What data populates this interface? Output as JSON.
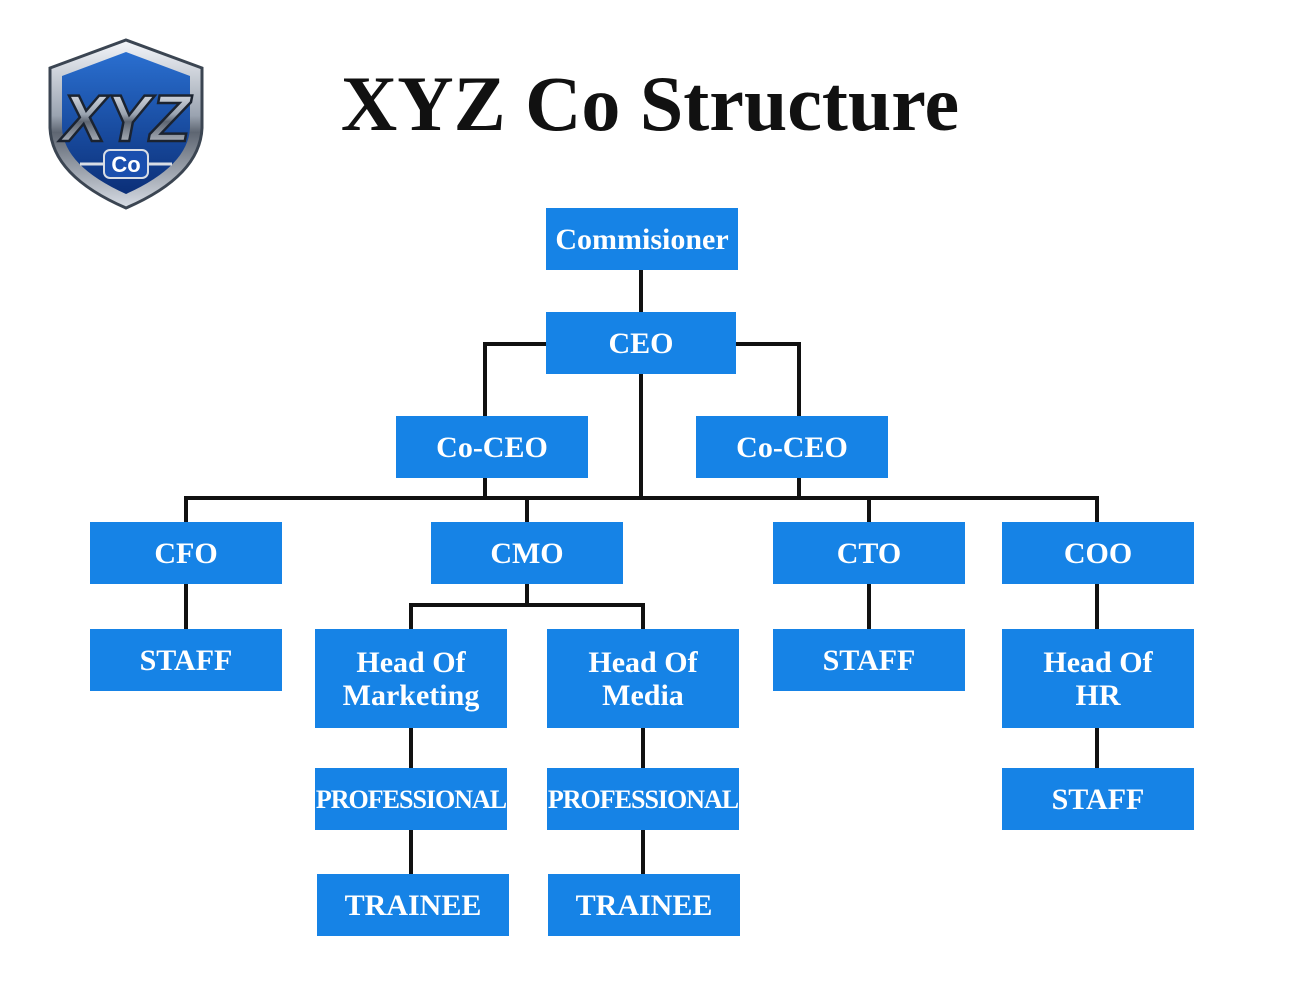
{
  "header": {
    "title": "XYZ Co Structure",
    "logo": {
      "main_text": "XYZ",
      "sub_text": "Co"
    }
  },
  "colors": {
    "box_fill": "#1683e6",
    "box_text": "#ffffff",
    "connector": "#111111",
    "title": "#111111",
    "background": "#ffffff"
  },
  "org_chart": {
    "nodes": [
      {
        "id": "commissioner",
        "label": "Commisioner",
        "parent": null
      },
      {
        "id": "ceo",
        "label": "CEO",
        "parent": "commissioner"
      },
      {
        "id": "co-ceo-left",
        "label": "Co-CEO",
        "parent": "ceo"
      },
      {
        "id": "co-ceo-right",
        "label": "Co-CEO",
        "parent": "ceo"
      },
      {
        "id": "cfo",
        "label": "CFO",
        "parent": "ceo"
      },
      {
        "id": "cmo",
        "label": "CMO",
        "parent": "ceo"
      },
      {
        "id": "cto",
        "label": "CTO",
        "parent": "ceo"
      },
      {
        "id": "coo",
        "label": "COO",
        "parent": "ceo"
      },
      {
        "id": "cfo-staff",
        "label": "STAFF",
        "parent": "cfo"
      },
      {
        "id": "head-of-marketing",
        "label": "Head Of\nMarketing",
        "parent": "cmo"
      },
      {
        "id": "head-of-media",
        "label": "Head Of\nMedia",
        "parent": "cmo"
      },
      {
        "id": "cto-staff",
        "label": "STAFF",
        "parent": "cto"
      },
      {
        "id": "head-of-hr",
        "label": "Head Of\nHR",
        "parent": "coo"
      },
      {
        "id": "marketing-professional",
        "label": "PROFESSIONAL",
        "parent": "head-of-marketing"
      },
      {
        "id": "media-professional",
        "label": "PROFESSIONAL",
        "parent": "head-of-media"
      },
      {
        "id": "hr-staff",
        "label": "STAFF",
        "parent": "head-of-hr"
      },
      {
        "id": "marketing-trainee",
        "label": "TRAINEE",
        "parent": "marketing-professional"
      },
      {
        "id": "media-trainee",
        "label": "TRAINEE",
        "parent": "media-professional"
      }
    ]
  }
}
